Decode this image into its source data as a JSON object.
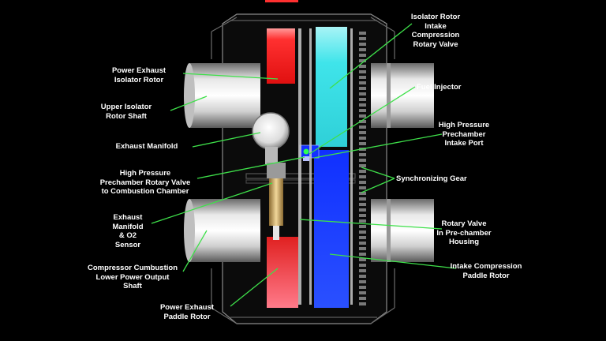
{
  "colors": {
    "background": "#000000",
    "leader": "#3ee04a",
    "exhaust_red": "#ff2020",
    "intake_cyan": "#35e0e6",
    "intake_blue": "#1640ff",
    "shaft_silver": "#c8c8c8",
    "label_text": "#ffffff"
  },
  "labels": [
    {
      "id": "power-exhaust-isolator-rotor",
      "lines": [
        "Power Exhaust",
        "Isolator Rotor"
      ]
    },
    {
      "id": "upper-isolator-rotor-shaft",
      "lines": [
        "Upper Isolator",
        "Rotor Shaft"
      ]
    },
    {
      "id": "exhaust-manifold",
      "lines": [
        "Exhaust Manifold"
      ]
    },
    {
      "id": "hp-prechamber-rotary-valve",
      "lines": [
        "High Pressure",
        "Prechamber Rotary Valve",
        "to Combustion Chamber"
      ]
    },
    {
      "id": "exhaust-manifold-o2-sensor",
      "lines": [
        "Exhaust",
        "Manifold",
        "& O2",
        "Sensor"
      ]
    },
    {
      "id": "compressor-lower-shaft",
      "lines": [
        "Compressor Cumbustion",
        "Lower Power Output",
        "Shaft"
      ]
    },
    {
      "id": "power-exhaust-paddle-rotor",
      "lines": [
        "Power Exhaust",
        "Paddle Rotor"
      ]
    },
    {
      "id": "isolator-rotor-intake",
      "lines": [
        "Isolator Rotor",
        "Intake",
        "Compression",
        "Rotary Valve"
      ]
    },
    {
      "id": "fuel-injector",
      "lines": [
        "Fuel Injector"
      ]
    },
    {
      "id": "hp-prechamber-intake-port",
      "lines": [
        "High Pressure",
        "Prechamber",
        "Intake Port"
      ]
    },
    {
      "id": "synchronizing-gear",
      "lines": [
        "Synchronizing Gear"
      ]
    },
    {
      "id": "rotary-valve-prechamber-housing",
      "lines": [
        "Rotary Valve",
        "In Pre-chamber",
        "Housing"
      ]
    },
    {
      "id": "intake-compression-paddle-rotor",
      "lines": [
        "Intake Compression",
        "Paddle Rotor"
      ]
    }
  ]
}
